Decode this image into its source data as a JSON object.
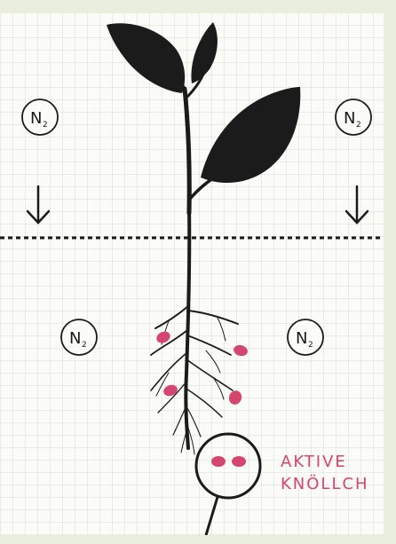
{
  "labels": {
    "n2_main": "N",
    "n2_sub": "2",
    "nodule_caption_line1": "AKTIVE",
    "nodule_caption_line2": "KNÖLLCH"
  },
  "colors": {
    "background": "#e9efdc",
    "paper": "#fbfbf8",
    "grid": "#d9dbd6",
    "plant": "#1b1b1b",
    "nodule": "#d4466d",
    "caption": "#d4466d"
  }
}
